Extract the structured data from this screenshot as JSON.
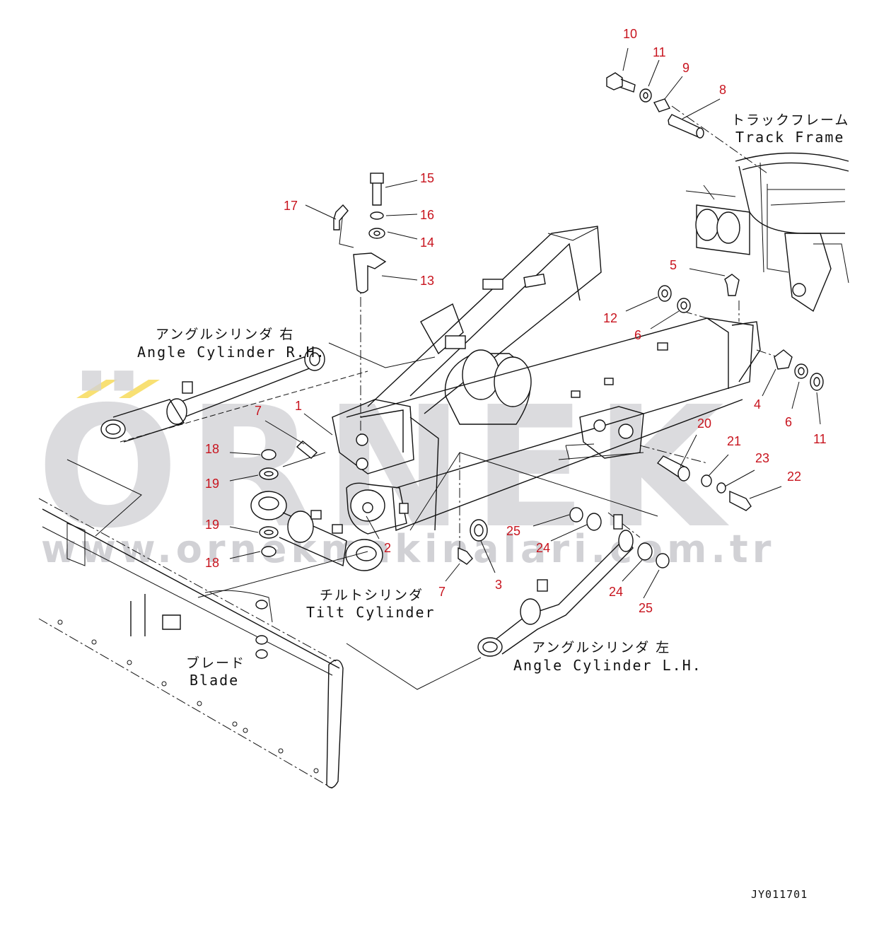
{
  "drawing_code": "JY011701",
  "labels": {
    "track_frame": {
      "jp": "トラックフレーム",
      "en": "Track Frame"
    },
    "angle_cyl_rh": {
      "jp": "アングルシリンダ 右",
      "en": "Angle Cylinder R.H."
    },
    "angle_cyl_lh": {
      "jp": "アングルシリンダ 左",
      "en": "Angle Cylinder L.H."
    },
    "tilt_cyl": {
      "jp": "チルトシリンダ",
      "en": "Tilt Cylinder"
    },
    "blade": {
      "jp": "ブレード",
      "en": "Blade"
    }
  },
  "watermark": {
    "brand": "ÖRNEK",
    "url": "www.ornekmakinalari.com.tr",
    "color": "#d2d2d6",
    "accent": "#f3c600"
  },
  "callout_color": "#c8141e",
  "callouts": [
    "10",
    "11",
    "9",
    "8",
    "15",
    "17",
    "16",
    "14",
    "13",
    "5",
    "12",
    "6",
    "4",
    "6",
    "11",
    "1",
    "7",
    "18",
    "19",
    "19",
    "18",
    "2",
    "7",
    "3",
    "20",
    "21",
    "23",
    "22",
    "25",
    "24",
    "24",
    "25"
  ]
}
